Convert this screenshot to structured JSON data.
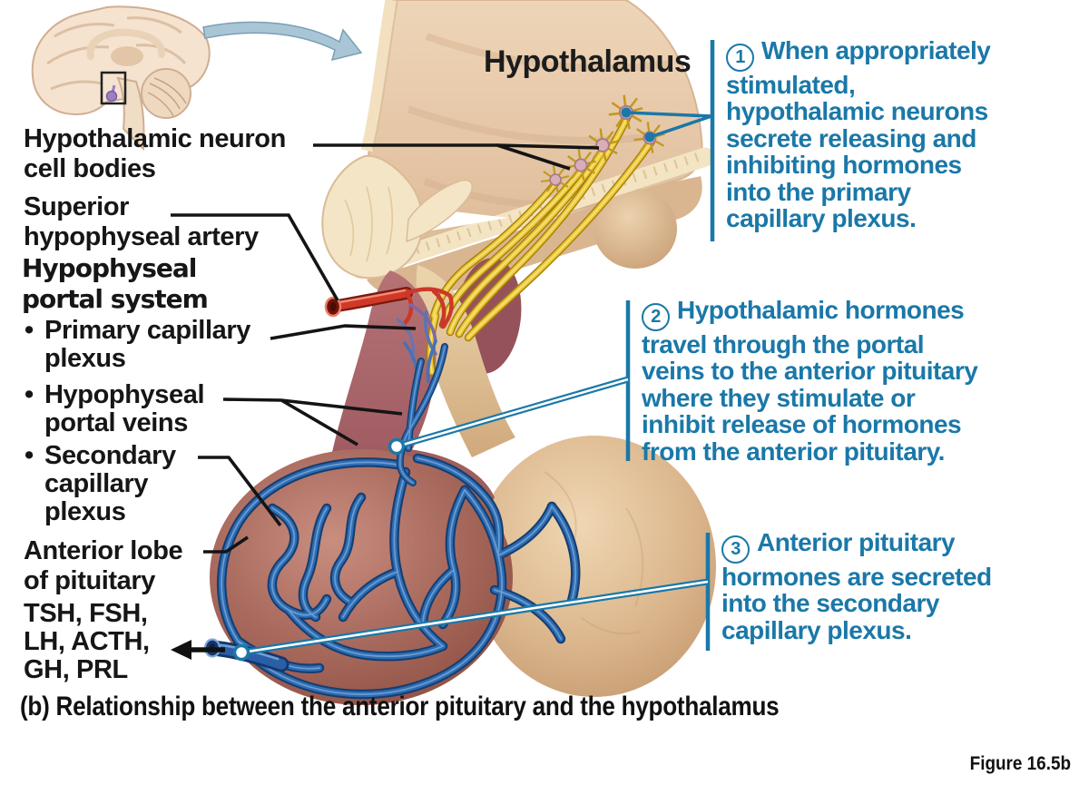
{
  "figure": {
    "region_title": "Hypothalamus",
    "caption": "(b) Relationship between the anterior pituitary and the hypothalamus",
    "figure_ref": "Figure 16.5b"
  },
  "bullet_char": "•",
  "colors": {
    "accent_teal": "#1a78a8",
    "label_black": "#161616",
    "artery_red": "#d03828",
    "vein_blue": "#2f6cb3",
    "neuron_yellow": "#ecca35",
    "anterior_lobe_rose": "#ad6e62",
    "posterior_lobe_tan": "#dcb78e",
    "brain_tissue_tan": "#e7c8a7",
    "cream_fold": "#f4e5c6"
  },
  "labels": {
    "neuron_cell_bodies": {
      "lines": [
        "Hypothalamic neuron",
        "cell bodies"
      ]
    },
    "superior_artery": {
      "lines": [
        "Superior",
        "hypophyseal artery"
      ]
    },
    "portal_system_heading": {
      "lines": [
        "Hypophyseal",
        "portal system"
      ]
    },
    "portal_items": [
      {
        "lines": [
          "Primary capillary",
          "plexus"
        ]
      },
      {
        "lines": [
          "Hypophyseal",
          "portal veins"
        ]
      },
      {
        "lines": [
          "Secondary",
          "capillary",
          "plexus"
        ]
      }
    ],
    "anterior_lobe": {
      "lines": [
        "Anterior lobe",
        "of pituitary"
      ]
    },
    "hormones": {
      "lines": [
        "TSH, FSH,",
        "LH, ACTH,",
        "GH, PRL"
      ]
    }
  },
  "callouts": [
    {
      "number": "1",
      "lines": [
        "When appropriately",
        "stimulated,",
        "hypothalamic neurons",
        "secrete releasing and",
        "inhibiting hormones",
        "into the primary",
        "capillary plexus."
      ]
    },
    {
      "number": "2",
      "lines": [
        "Hypothalamic hormones",
        "travel through the portal",
        "veins to the anterior pituitary",
        "where they stimulate or",
        "inhibit release of hormones",
        "from the anterior pituitary."
      ]
    },
    {
      "number": "3",
      "lines": [
        "Anterior pituitary",
        "hormones are secreted",
        "into the secondary",
        "capillary plexus."
      ]
    }
  ]
}
